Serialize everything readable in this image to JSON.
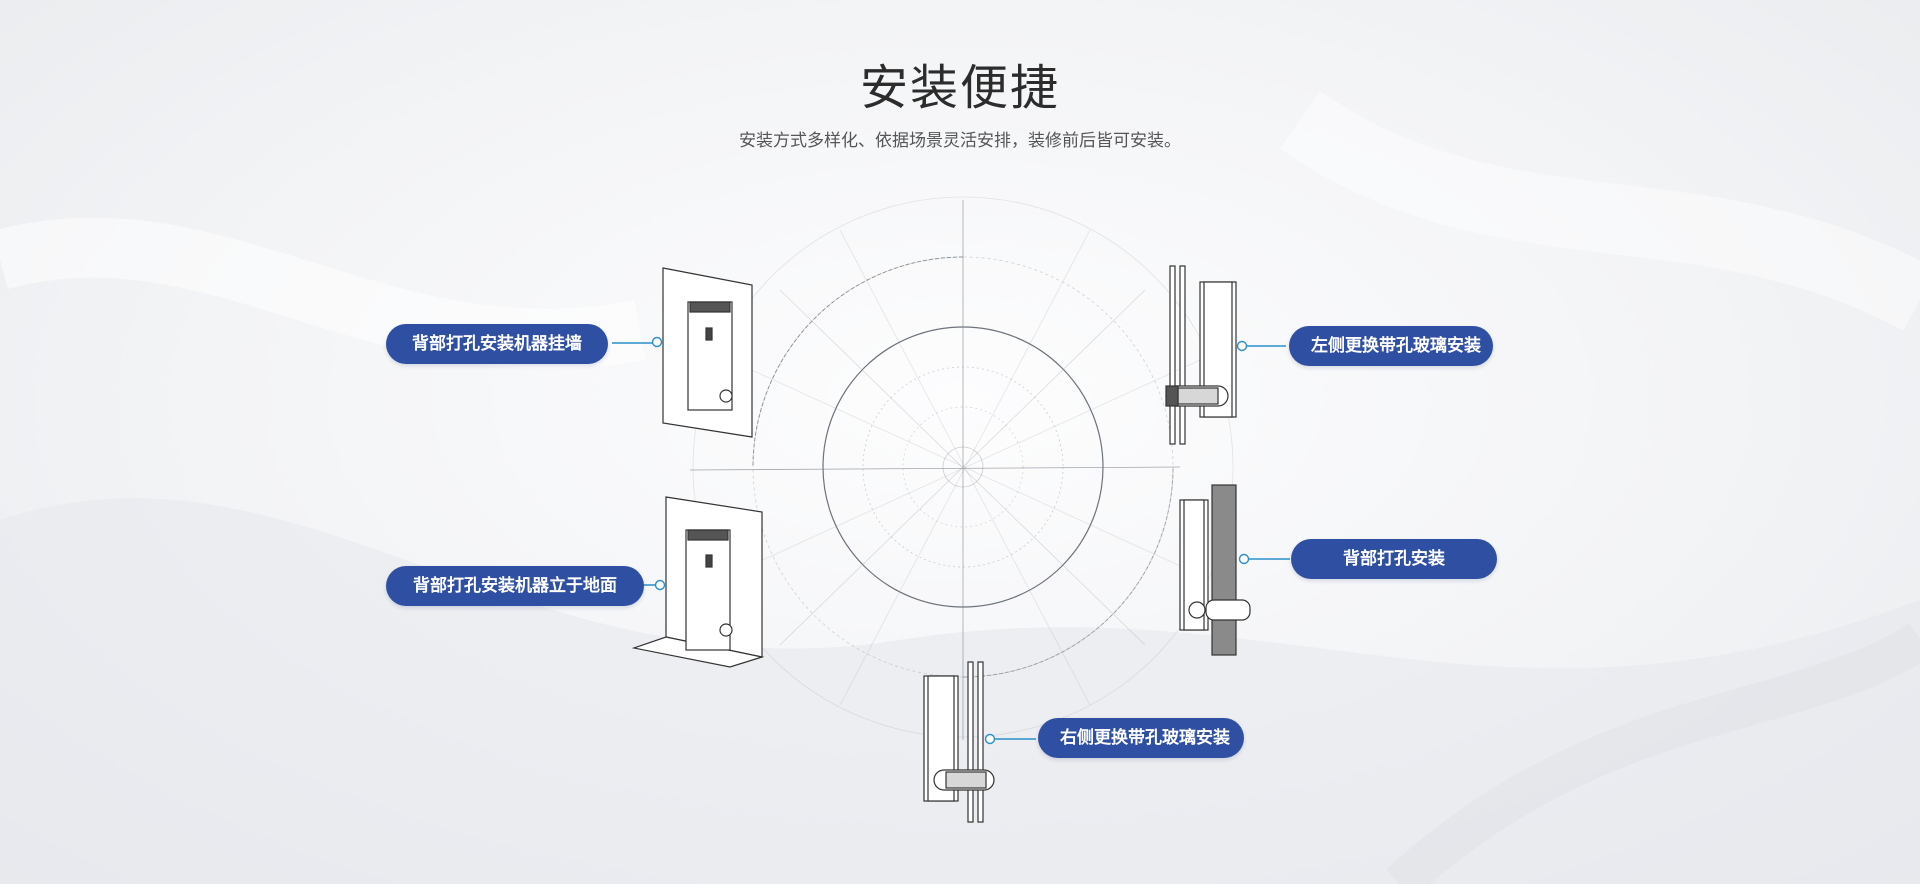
{
  "header": {
    "title": "安装便捷",
    "subtitle": "安装方式多样化、依据场景灵活安排，装修前后皆可安装。"
  },
  "labels": {
    "wall_mount": "背部打孔安装机器挂墙",
    "floor_stand": "背部打孔安装机器立于地面",
    "left_glass": "左侧更换带孔玻璃安装",
    "back_hole": "背部打孔安装",
    "right_glass": "右侧更换带孔玻璃安装"
  },
  "colors": {
    "pill": "#2f4fa3",
    "connector": "#2a8fc9",
    "line_art": "#333333"
  }
}
